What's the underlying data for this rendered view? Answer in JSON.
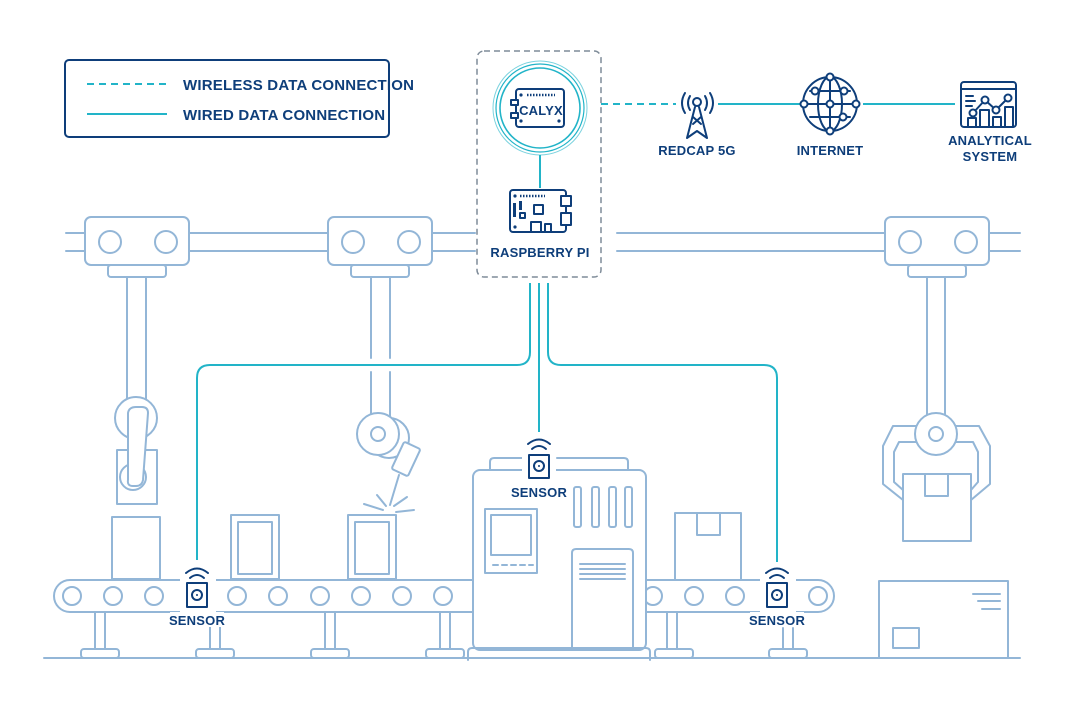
{
  "legend": {
    "items": [
      {
        "label": "WIRELESS DATA CONNECTION",
        "style": "dashed"
      },
      {
        "label": "WIRED DATA CONNECTION",
        "style": "solid"
      }
    ]
  },
  "colors": {
    "connection": "#22b4c8",
    "label": "#0e3e7a",
    "machinery": "#93b6d7",
    "gateway_border": "#7f8c99"
  },
  "gateway": {
    "calyx_label": "CALYX",
    "raspberry_label": "RASPBERRY PI"
  },
  "network": {
    "nodes": [
      {
        "label": "REDCAP 5G",
        "icon": "cell-tower-icon"
      },
      {
        "label": "INTERNET",
        "icon": "globe-network-icon"
      },
      {
        "label": "ANALYTICAL",
        "label2": "SYSTEM",
        "icon": "analytics-dashboard-icon"
      }
    ],
    "links": [
      {
        "from": "CALYX",
        "to": "REDCAP 5G",
        "type": "wireless"
      },
      {
        "from": "REDCAP 5G",
        "to": "INTERNET",
        "type": "wired"
      },
      {
        "from": "INTERNET",
        "to": "ANALYTICAL SYSTEM",
        "type": "wired"
      },
      {
        "from": "CALYX",
        "to": "RASPBERRY PI",
        "type": "wired"
      }
    ]
  },
  "sensors": [
    {
      "label": "SENSOR",
      "location": "left conveyor",
      "link": "wired to RASPBERRY PI"
    },
    {
      "label": "SENSOR",
      "location": "processing machine",
      "link": "wired to RASPBERRY PI"
    },
    {
      "label": "SENSOR",
      "location": "right conveyor",
      "link": "wired to RASPBERRY PI"
    }
  ]
}
